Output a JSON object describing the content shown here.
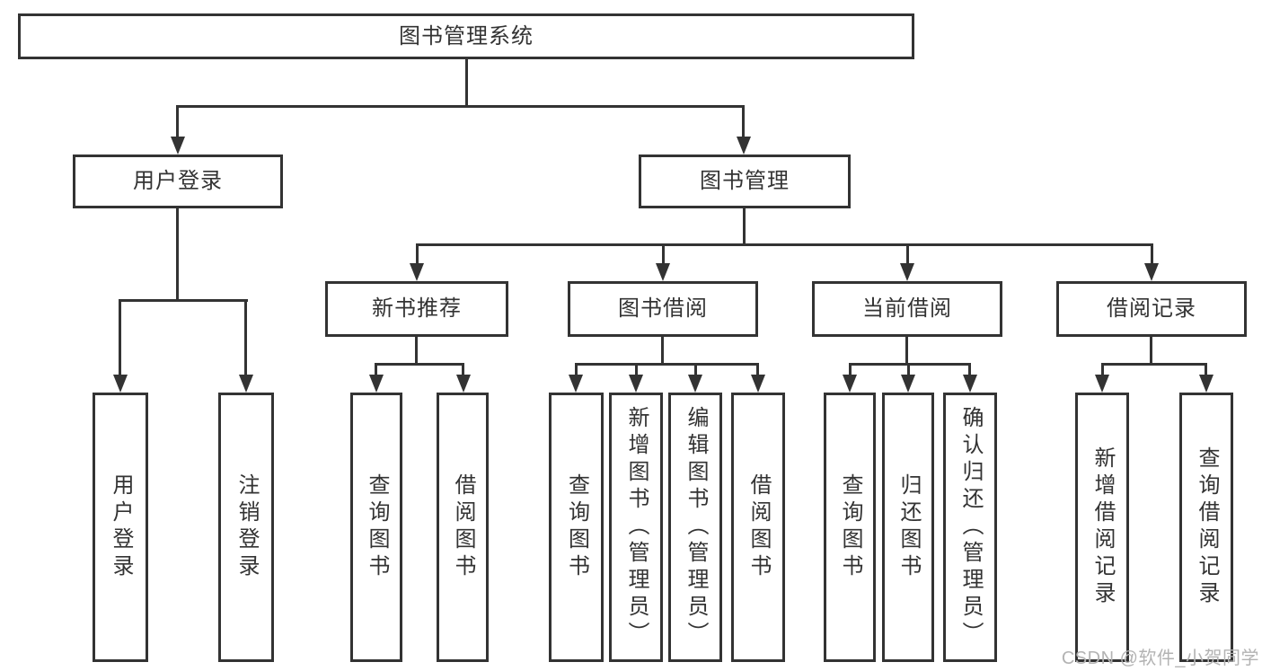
{
  "diagram": {
    "root": {
      "label": "图书管理系统"
    },
    "branches": [
      {
        "label": "用户登录",
        "children": [
          {
            "label": "用户登录"
          },
          {
            "label": "注销登录"
          }
        ]
      },
      {
        "label": "图书管理",
        "children": [
          {
            "label": "新书推荐",
            "children": [
              {
                "label": "查询图书"
              },
              {
                "label": "借阅图书"
              }
            ]
          },
          {
            "label": "图书借阅",
            "children": [
              {
                "label": "查询图书"
              },
              {
                "label": "新增图书（管理员）"
              },
              {
                "label": "编辑图书（管理员）"
              },
              {
                "label": "借阅图书"
              }
            ]
          },
          {
            "label": "当前借阅",
            "children": [
              {
                "label": "查询图书"
              },
              {
                "label": "归还图书"
              },
              {
                "label": "确认归还（管理员）"
              }
            ]
          },
          {
            "label": "借阅记录",
            "children": [
              {
                "label": "新增借阅记录"
              },
              {
                "label": "查询借阅记录"
              }
            ]
          }
        ]
      }
    ]
  },
  "watermark": {
    "text": "CSDN @软件_小贺同学"
  },
  "colors": {
    "line": "#333333",
    "text": "#333333",
    "box_fill": "#ffffff",
    "background": "#ffffff",
    "watermark": "#b3b3b3"
  }
}
